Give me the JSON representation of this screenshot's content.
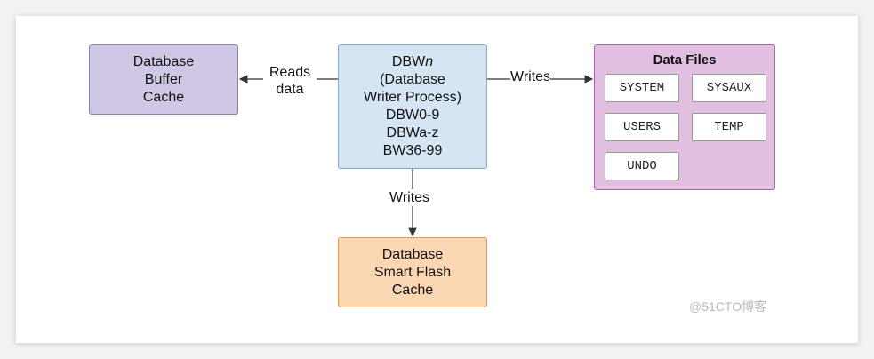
{
  "boxes": {
    "buffer_cache": [
      "Database",
      "Buffer",
      "Cache"
    ],
    "dbwn": {
      "title_prefix": "DBW",
      "title_italic": "n",
      "lines": [
        "(Database",
        "Writer Process)",
        "DBW0-9",
        "DBWa-z",
        "BW36-99"
      ]
    },
    "smart_flash": [
      "Database",
      "Smart Flash",
      "Cache"
    ],
    "data_files": {
      "title": "Data Files",
      "files": [
        "SYSTEM",
        "SYSAUX",
        "USERS",
        "TEMP",
        "UNDO"
      ]
    }
  },
  "edges": {
    "reads": [
      "Reads",
      "data"
    ],
    "writes_right": "Writes",
    "writes_down": "Writes"
  },
  "watermark": "@51CTO博客",
  "colors": {
    "buffer_fill": "#cfc7e3",
    "dbwn_fill": "#d5e5f3",
    "flash_fill": "#fbd6b3",
    "files_fill": "#e1bfe1"
  }
}
